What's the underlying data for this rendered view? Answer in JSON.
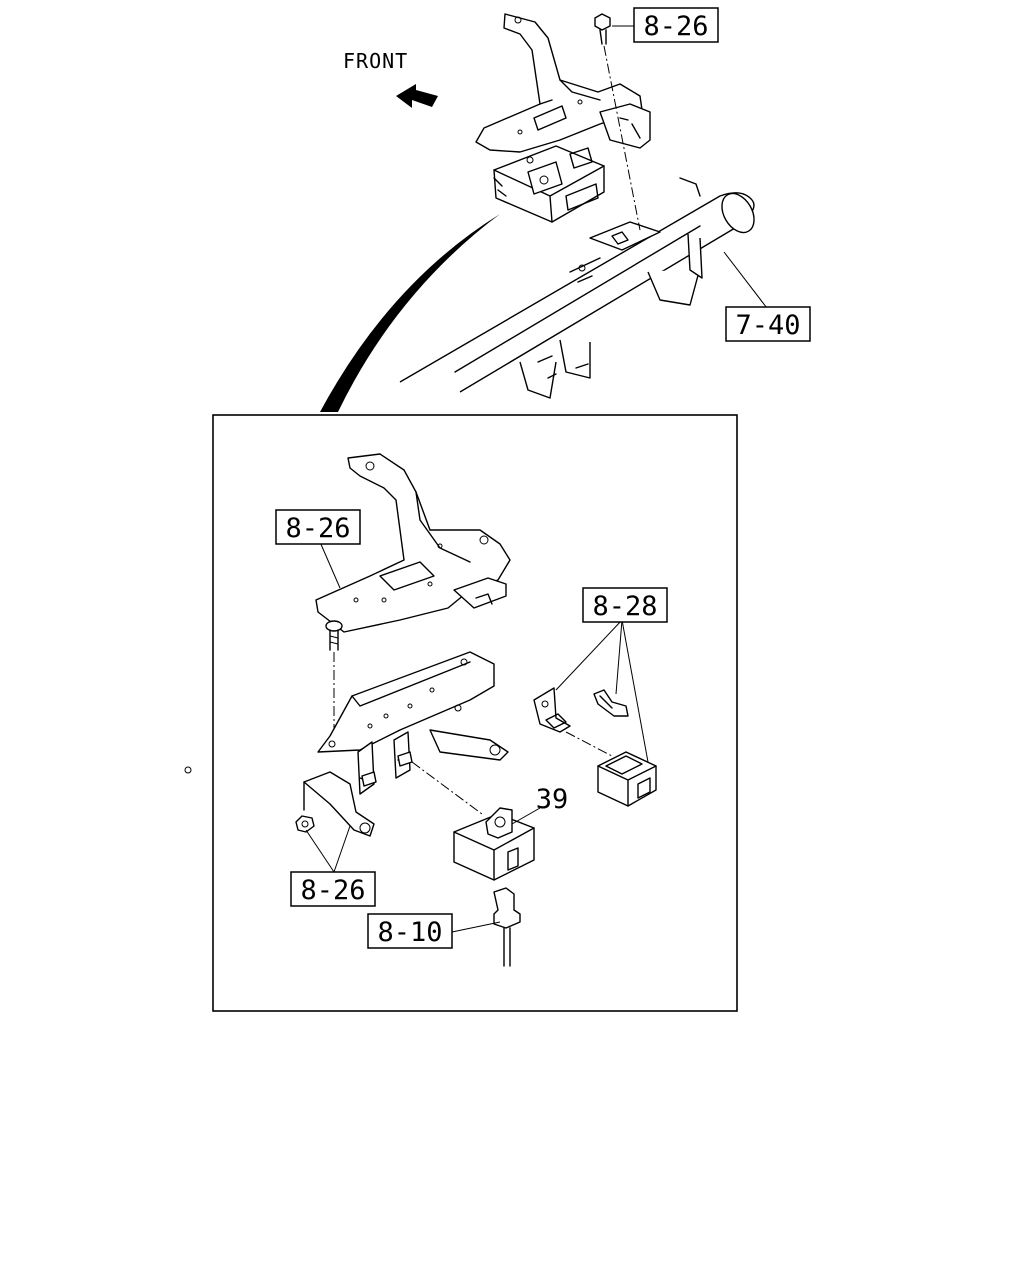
{
  "diagram": {
    "front_label": "FRONT",
    "callouts": {
      "top_bolt": "8-26",
      "cross_member": "7-40",
      "detail_bracket": "8-26",
      "detail_relay_bracket": "8-28",
      "detail_module": "39",
      "detail_nuts": "8-26",
      "detail_connector": "8-10"
    }
  }
}
